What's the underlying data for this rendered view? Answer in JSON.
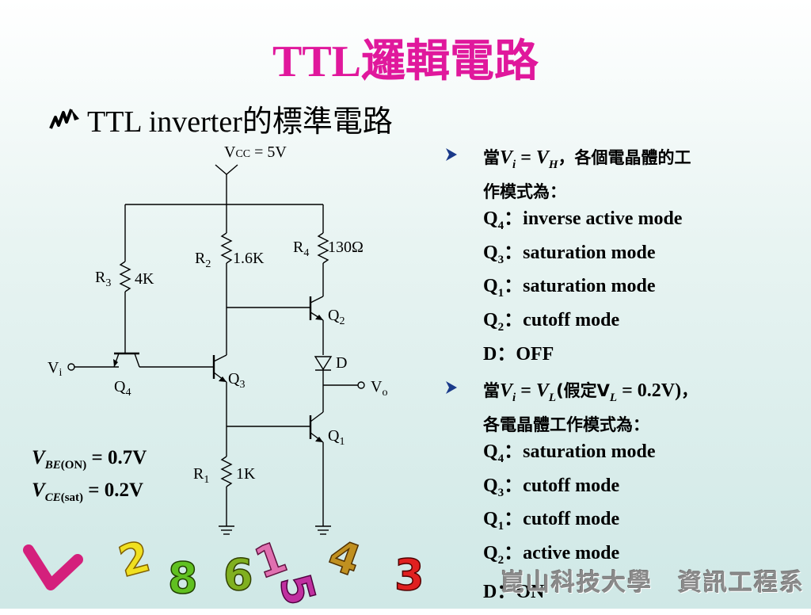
{
  "title": "TTL邏輯電路",
  "subtitle": "TTL inverter的標準電路",
  "circuit": {
    "vcc": "V",
    "vcc_sub": "CC",
    "vcc_val": " = 5V",
    "r1": "R",
    "r1_sub": "1",
    "r1_val": "1K",
    "r2": "R",
    "r2_sub": "2",
    "r2_val": "1.6K",
    "r3": "R",
    "r3_sub": "3",
    "r3_val": "4K",
    "r4": "R",
    "r4_sub": "4",
    "r4_val": "130Ω",
    "q1": "Q",
    "q1_sub": "1",
    "q2": "Q",
    "q2_sub": "2",
    "q3": "Q",
    "q3_sub": "3",
    "q4": "Q",
    "q4_sub": "4",
    "d": "D",
    "vi": "V",
    "vi_sub": "i",
    "vo": "V",
    "vo_sub": "o"
  },
  "params": {
    "vbe": {
      "sym": "V",
      "sub_main": "BE",
      "sub_paren": "(ON)",
      "val": " = 0.7V"
    },
    "vce": {
      "sym": "V",
      "sub_main": "CE",
      "sub_paren": "(sat)",
      "val": " = 0.2V"
    }
  },
  "cases": [
    {
      "cond_prefix": "當",
      "cond_a": "V",
      "cond_a_sub": "i",
      "eq": " = ",
      "cond_b": "V",
      "cond_b_sub": "H",
      "cond_mid": "",
      "cond_suffix": "，各個電晶體的工",
      "cond_cont": "作模式為：",
      "modes": [
        {
          "q": "Q",
          "sub": "4",
          "mode": "：inverse active mode"
        },
        {
          "q": "Q",
          "sub": "3",
          "mode": "：saturation mode"
        },
        {
          "q": "Q",
          "sub": "1",
          "mode": "：saturation mode"
        },
        {
          "q": "Q",
          "sub": "2",
          "mode": "：cutoff mode"
        },
        {
          "q": "D",
          "sub": "",
          "mode": "：OFF"
        }
      ]
    },
    {
      "cond_prefix": "當",
      "cond_a": "V",
      "cond_a_sub": "i",
      "eq": " = ",
      "cond_b": "V",
      "cond_b_sub": "L",
      "cond_mid": "(假定V",
      "cond_mid_sub": "L",
      "cond_mid_val": " = 0.2V)",
      "cond_suffix": "，",
      "cond_cont": "各電晶體工作模式為：",
      "modes": [
        {
          "q": "Q",
          "sub": "4",
          "mode": "：saturation mode"
        },
        {
          "q": "Q",
          "sub": "3",
          "mode": "：cutoff mode"
        },
        {
          "q": "Q",
          "sub": "1",
          "mode": "：cutoff mode"
        },
        {
          "q": "Q",
          "sub": "2",
          "mode": "：active mode"
        },
        {
          "q": "D",
          "sub": "",
          "mode": "：ON"
        }
      ]
    }
  ],
  "footer": "崑山科技大學　資訊工程系",
  "decor_digits": [
    "2",
    "8",
    "6",
    "1",
    "5",
    "4",
    "3"
  ],
  "colors": {
    "title": "#e0189c",
    "accent": "#1a3a8a"
  }
}
